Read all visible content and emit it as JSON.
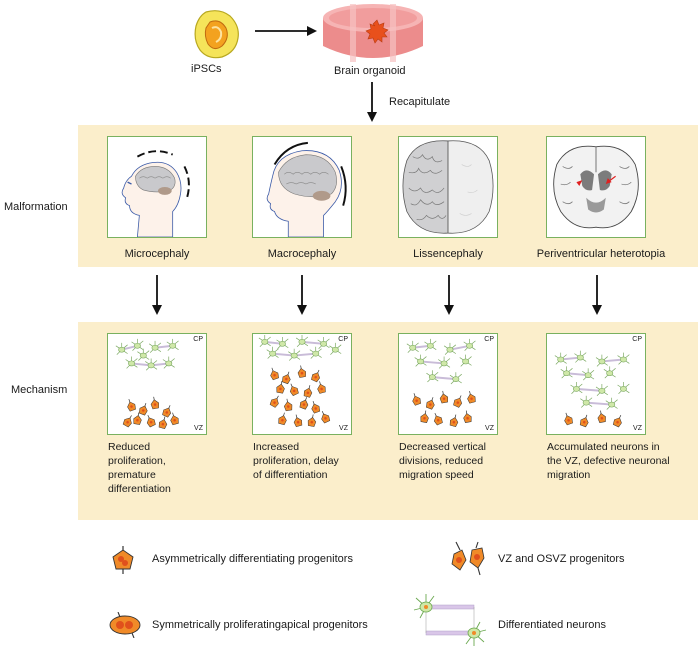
{
  "top": {
    "ipsc_label": "iPSCs",
    "organoid_label": "Brain organoid",
    "arrow_label": "Recapitulate"
  },
  "rows": {
    "malformation_label": "Malformation",
    "mechanism_label": "Mechanism"
  },
  "malformations": [
    {
      "name": "Microcephaly"
    },
    {
      "name": "Macrocephaly"
    },
    {
      "name": "Lissencephaly"
    },
    {
      "name": "Periventricular heterotopia"
    }
  ],
  "mechanisms": [
    {
      "corner_top": "CP",
      "corner_bottom": "VZ",
      "lines": [
        "Reduced",
        "proliferation,",
        "premature",
        "differentiation"
      ]
    },
    {
      "corner_top": "CP",
      "corner_bottom": "VZ",
      "lines": [
        "Increased",
        "proliferation, delay",
        "of differentiation"
      ]
    },
    {
      "corner_top": "CP",
      "corner_bottom": "VZ",
      "lines": [
        "Decreased vertical",
        "divisions, reduced",
        "migration speed"
      ]
    },
    {
      "corner_top": "CP",
      "corner_bottom": "VZ",
      "lines": [
        "Accumulated neurons in",
        "the VZ, defective neuronal",
        "migration"
      ]
    }
  ],
  "legend": [
    {
      "label": "Asymmetrically differentiating progenitors"
    },
    {
      "label": "VZ and OSVZ progenitors"
    },
    {
      "label": "Symmetrically proliferatingapical progenitors"
    },
    {
      "label": "Differentiated neurons"
    }
  ],
  "colors": {
    "panel": "#fbeecb",
    "frame": "#79b15f",
    "progenitor": "#f08a28",
    "neuron": "#cfe8a8",
    "dish": "#f2a0a0"
  }
}
